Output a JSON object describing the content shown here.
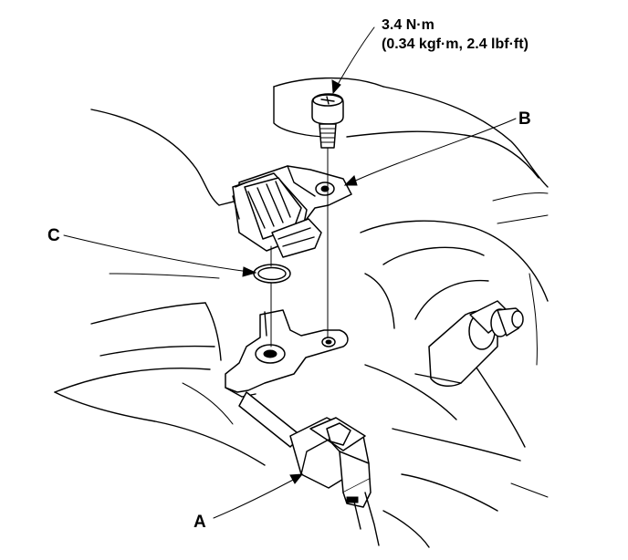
{
  "torque": {
    "line1": "3.4 N·m",
    "line2": "(0.34 kgf·m, 2.4 lbf·ft)"
  },
  "callouts": {
    "a": "A",
    "b": "B",
    "c": "C"
  }
}
